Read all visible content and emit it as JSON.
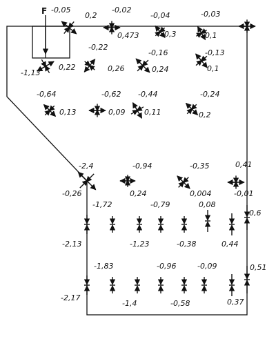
{
  "diagram": {
    "force_label": "F",
    "values": {
      "r1": [
        "-0,05",
        "0,2",
        "-0,02",
        "0,473",
        "-0,04",
        "0,3",
        "-0,03",
        "0,1"
      ],
      "r2": [
        "-0,22",
        "-0,16",
        "-0,13",
        "-1,13",
        "0,22",
        "0,26",
        "0,24",
        "0,1"
      ],
      "r3": [
        "-0,64",
        "-0,62",
        "-0,44",
        "-0,24",
        "0,13",
        "0,09",
        "0,11",
        "0,2"
      ],
      "r4": [
        "-2,4",
        "-0,94",
        "-0,35",
        "0,41",
        "-0,26",
        "0,24",
        "0,004",
        "-0,01"
      ],
      "r5": [
        "-1,72",
        "-0,79",
        "0,08",
        "0,6",
        "-2,13",
        "-1,23",
        "-0,38",
        "0,44"
      ],
      "r6": [
        "-1,83",
        "-0,96",
        "-0,09",
        "0,51",
        "-2,17",
        "-1,4",
        "-0,58",
        "0,37"
      ]
    }
  }
}
